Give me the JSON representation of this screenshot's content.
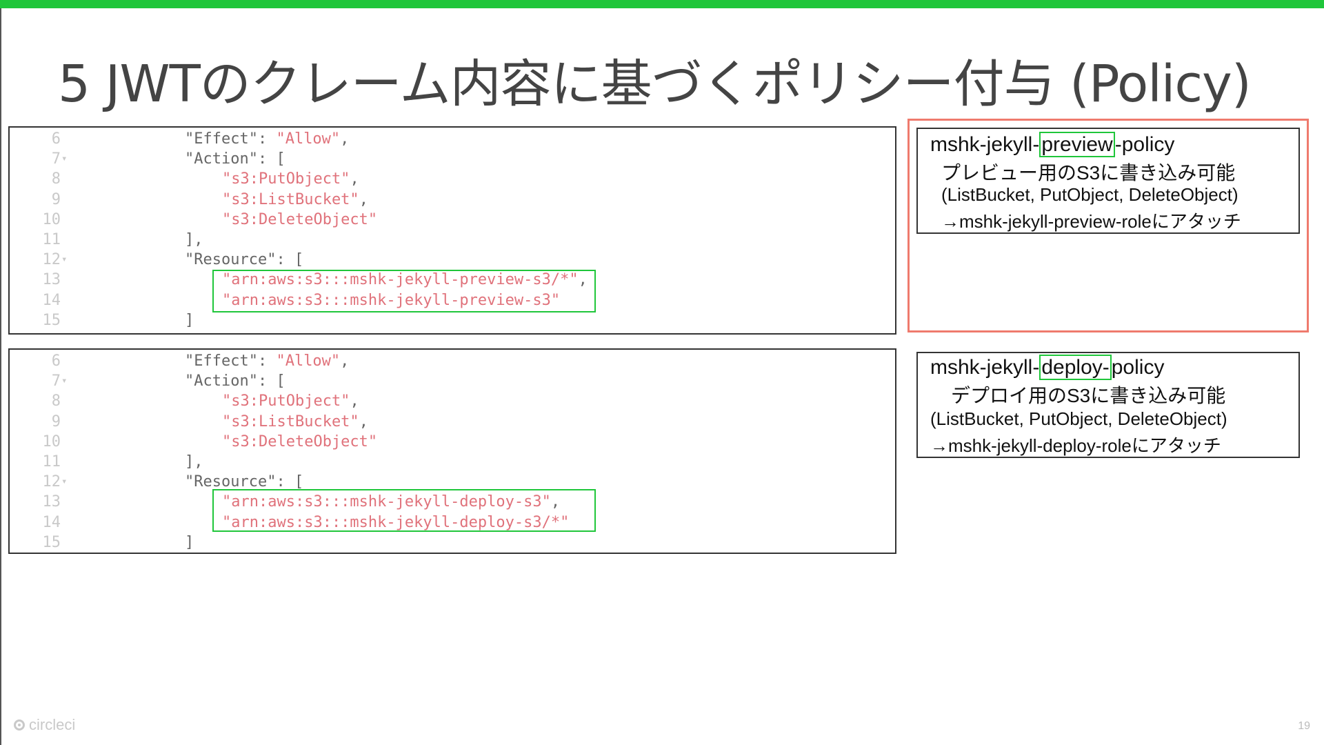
{
  "title": "5 JWTのクレーム内容に基づくポリシー付与 (Policy)",
  "panels": [
    {
      "lines": [
        {
          "num": "6",
          "fold": "",
          "key": "\"Effect\": ",
          "str": "\"Allow\"",
          "tail": ","
        },
        {
          "num": "7",
          "fold": "▾",
          "key": "\"Action\": [",
          "str": "",
          "tail": ""
        },
        {
          "num": "8",
          "fold": "",
          "key": "",
          "str": "\"s3:PutObject\"",
          "tail": ","
        },
        {
          "num": "9",
          "fold": "",
          "key": "",
          "str": "\"s3:ListBucket\"",
          "tail": ","
        },
        {
          "num": "10",
          "fold": "",
          "key": "",
          "str": "\"s3:DeleteObject\"",
          "tail": ""
        },
        {
          "num": "11",
          "fold": "",
          "key": "],",
          "str": "",
          "tail": ""
        },
        {
          "num": "12",
          "fold": "▾",
          "key": "\"Resource\": [",
          "str": "",
          "tail": ""
        },
        {
          "num": "13",
          "fold": "",
          "key": "",
          "str": "\"arn:aws:s3:::mshk-jekyll-preview-s3/*\"",
          "tail": ","
        },
        {
          "num": "14",
          "fold": "",
          "key": "",
          "str": "\"arn:aws:s3:::mshk-jekyll-preview-s3\"",
          "tail": ""
        },
        {
          "num": "15",
          "fold": "",
          "key": "]",
          "str": "",
          "tail": ""
        }
      ]
    },
    {
      "lines": [
        {
          "num": "6",
          "fold": "",
          "key": "\"Effect\": ",
          "str": "\"Allow\"",
          "tail": ","
        },
        {
          "num": "7",
          "fold": "▾",
          "key": "\"Action\": [",
          "str": "",
          "tail": ""
        },
        {
          "num": "8",
          "fold": "",
          "key": "",
          "str": "\"s3:PutObject\"",
          "tail": ","
        },
        {
          "num": "9",
          "fold": "",
          "key": "",
          "str": "\"s3:ListBucket\"",
          "tail": ","
        },
        {
          "num": "10",
          "fold": "",
          "key": "",
          "str": "\"s3:DeleteObject\"",
          "tail": ""
        },
        {
          "num": "11",
          "fold": "",
          "key": "],",
          "str": "",
          "tail": ""
        },
        {
          "num": "12",
          "fold": "▾",
          "key": "\"Resource\": [",
          "str": "",
          "tail": ""
        },
        {
          "num": "13",
          "fold": "",
          "key": "",
          "str": "\"arn:aws:s3:::mshk-jekyll-deploy-s3\"",
          "tail": ","
        },
        {
          "num": "14",
          "fold": "",
          "key": "",
          "str": "\"arn:aws:s3:::mshk-jekyll-deploy-s3/*\"",
          "tail": ""
        },
        {
          "num": "15",
          "fold": "",
          "key": "]",
          "str": "",
          "tail": ""
        }
      ]
    }
  ],
  "descriptions": [
    {
      "name_prefix": "mshk-jekyll-",
      "name_highlight": "preview",
      "name_suffix": "-policy",
      "text": "プレビュー用のS3に書き込み可能",
      "actions": "(ListBucket, PutObject, DeleteObject)",
      "attach": "→mshk-jekyll-preview-roleにアタッチ"
    },
    {
      "name_prefix": "mshk-jekyll-",
      "name_highlight": "deploy-",
      "name_suffix": "policy",
      "text": "デプロイ用のS3に書き込み可能",
      "actions": "(ListBucket, PutObject, DeleteObject)",
      "attach": "→mshk-jekyll-deploy-roleにアタッチ"
    }
  ],
  "footer": {
    "logo_text": "circleci",
    "page_number": "19"
  },
  "colors": {
    "accent": "#1fc63a",
    "code_string": "#e0727b",
    "frame": "#ef7a6d"
  }
}
